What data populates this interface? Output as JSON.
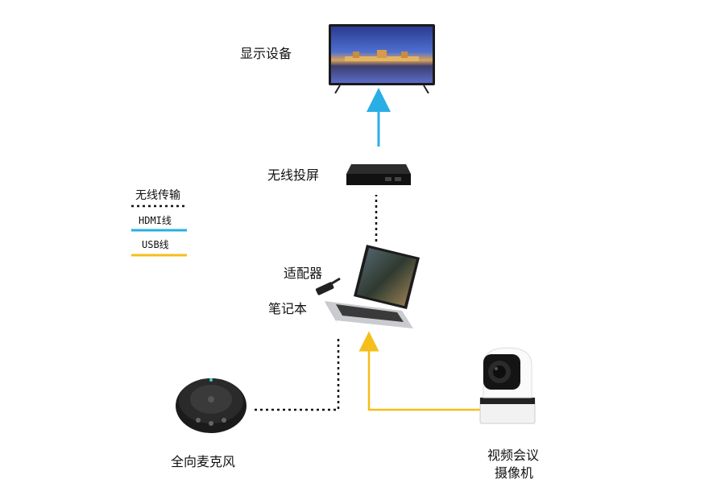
{
  "legend": {
    "wireless": "无线传输",
    "hdmi": "HDMI线",
    "usb": "USB线"
  },
  "devices": {
    "display": "显示设备",
    "wireless_cast": "无线投屏",
    "adapter": "适配器",
    "laptop": "笔记本",
    "speakerphone": "全向麦克风",
    "camera_line1": "视频会议",
    "camera_line2": "摄像机"
  },
  "colors": {
    "wireless": "#111111",
    "hdmi": "#29aee6",
    "usb": "#f5be1a"
  }
}
